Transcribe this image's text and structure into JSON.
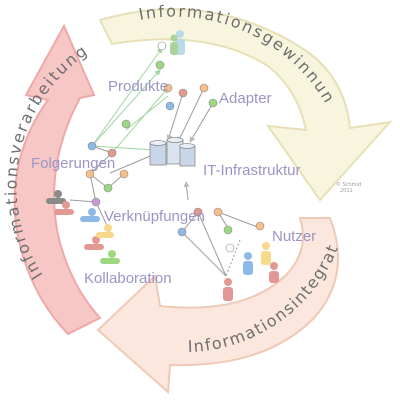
{
  "cycle": {
    "top": "Informationsgewinnung",
    "left": "Informationsverarbeitung",
    "bottom": "Informationsintegration"
  },
  "labels": {
    "produkte": "Produkte",
    "adapter": "Adapter",
    "folgerungen": "Folgerungen",
    "it_infrastruktur": "IT-Infrastruktur",
    "verknuepfungen": "Verknüpfungen",
    "nutzer": "Nutzer",
    "kollaboration": "Kollaboration"
  },
  "credit": [
    "© Schmid",
    "2011"
  ],
  "colors": {
    "arrow_yellow_fill": "#f8f5de",
    "arrow_yellow_stroke": "#e7e0b6",
    "arrow_red_fill": "#f6c7c5",
    "arrow_red_stroke": "#eea9a6",
    "arrow_peach_fill": "#fbe7dd",
    "arrow_peach_stroke": "#f0c9b6",
    "label_text": "#9a95c6",
    "edge_green": "#9fd5a3",
    "edge_gray": "#9c9c9c",
    "dot_green": "#9ed781",
    "dot_red": "#e49893",
    "dot_orange": "#f6bf8a",
    "dot_blue": "#8db9e6",
    "dot_purple": "#c99ad6"
  }
}
